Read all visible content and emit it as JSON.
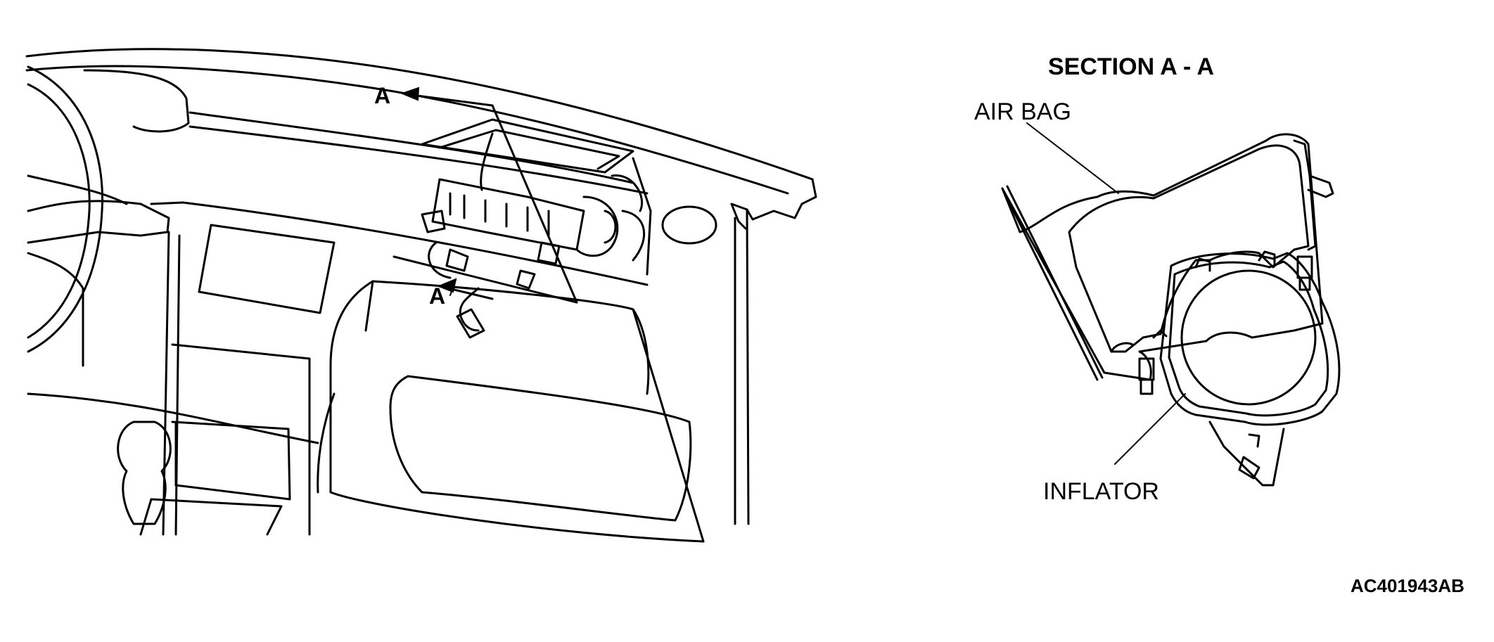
{
  "figure": {
    "labels": {
      "section_title": "SECTION A - A",
      "air_bag": "AIR BAG",
      "inflator": "INFLATOR",
      "section_marker_top": "A",
      "section_marker_bottom": "A",
      "figure_code": "AC401943AB"
    }
  }
}
